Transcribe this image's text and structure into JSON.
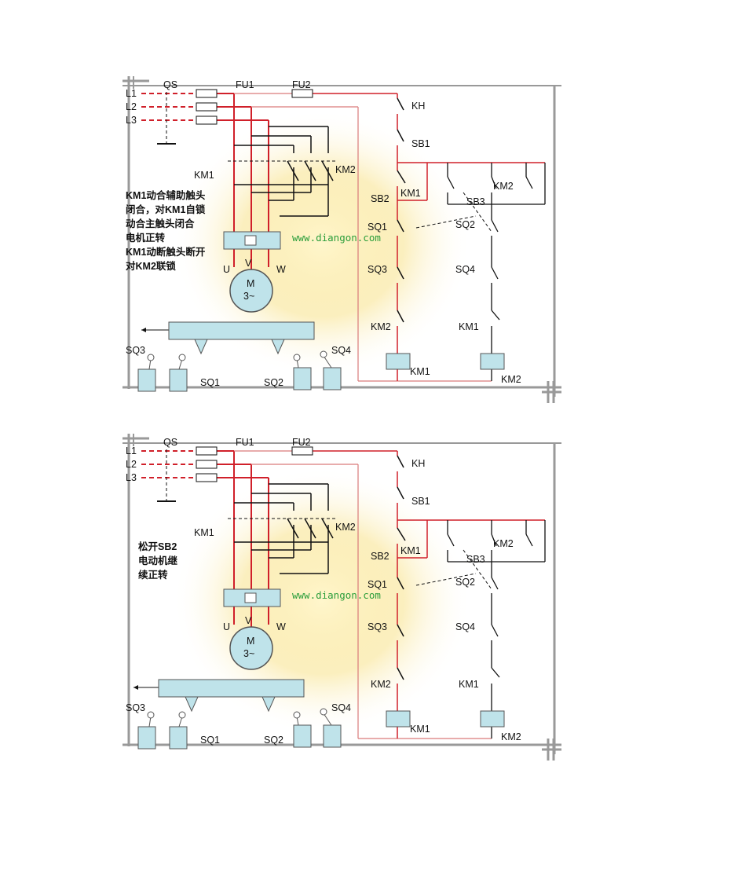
{
  "labels": {
    "qs": "QS",
    "fu1": "FU1",
    "fu2": "FU2",
    "l1": "L1",
    "l2": "L2",
    "l3": "L3",
    "km1": "KM1",
    "km2": "KM2",
    "kh": "KH",
    "sb1": "SB1",
    "sb2": "SB2",
    "sb3": "SB3",
    "sq1": "SQ1",
    "sq2": "SQ2",
    "sq3": "SQ3",
    "sq4": "SQ4",
    "u": "U",
    "v": "V",
    "w": "W",
    "motor_m": "M",
    "motor_phase": "3~"
  },
  "watermark": "www.diangon.com",
  "panel1": {
    "note_lines": [
      "KM1动合辅助触头",
      "闭合，对KM1自锁",
      "动合主触头闭合",
      "电机正转",
      "KM1动断触头断开",
      "对KM2联锁"
    ]
  },
  "panel2": {
    "note_lines": [
      "松开SB2",
      "电动机继",
      "续正转"
    ]
  },
  "colors": {
    "power_line": "#d0202a",
    "control_line": "#d97a7a",
    "wire": "#111111",
    "component_fill": "#bfe3ea",
    "frame": "#999999",
    "glow": "#f6dc6c"
  }
}
